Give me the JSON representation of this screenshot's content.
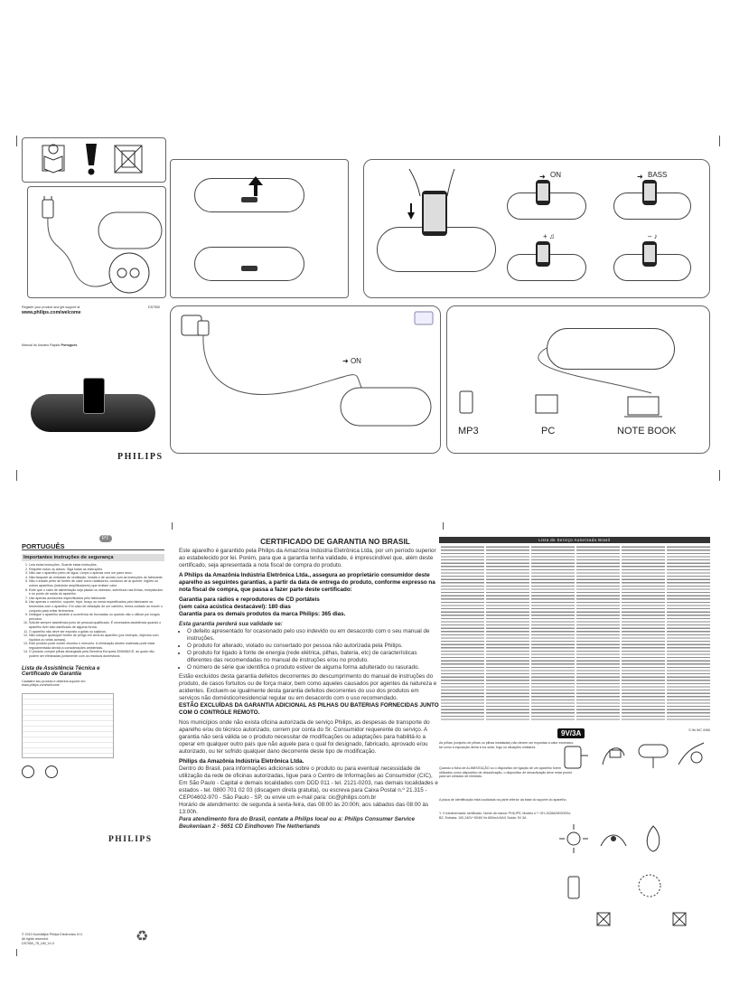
{
  "top": {
    "register_line": "Register your product and get support at",
    "url": "www.philips.com/welcome",
    "model": "DS7550",
    "manual_label": "Manual do Usuário Rápido",
    "language_bold": "Português",
    "brand": "PHILIPS"
  },
  "step_labels": {
    "on": "ON",
    "bass": "BASS",
    "on2": "ON",
    "mp3": "MP3",
    "pc": "PC",
    "notebook": "NOTE BOOK"
  },
  "portuguese": {
    "header": "PORTUGUÊS",
    "badge": "PT",
    "safety_title": "Importantes instruções de segurança",
    "safety_items": [
      "Leia estas instruções. Guarde estas instruções.",
      "Respeite todos os avisos. Siga todas as instruções.",
      "Não use o aparelho perto de água. Limpe-o apenas com um pano seco.",
      "Não bloqueie as entradas de ventilação. Instale-o de acordo com as instruções do fabricante.",
      "Não o instale perto de fontes de calor como radiadores, condutos de ar quente, fogões ou outros aparelhos (incluindo amplificadores) que emitam calor.",
      "Evite que o cabo de alimentação seja pisado ou dobrado, sobretudo nas fichas, receptáculos e no ponto de saída do aparelho.",
      "Use apenas acessórios especificados pelo fabricante.",
      "Use apenas o carrinho, suporte, tripé, braço ou mesa especificados pelo fabricante ou fornecidos com o aparelho. Em caso de utilização de um carrinho, tenha cuidado ao mover o conjunto para evitar ferimentos.",
      "Desligue o aparelho durante a ocorrência de trovoadas ou quando não o utilizar por longos períodos.",
      "Solicite sempre assistência junto de pessoal qualificado. É necessária assistência quando o aparelho tiver sido danificado de alguma forma.",
      "O aparelho não deve ser exposto a gotas ou salpicos.",
      "Não coloque quaisquer fontes de perigo em cima do aparelho (por exemplo, objectos com líquidos ou velas acesas).",
      "Este produto pode conter chumbo e mercúrio. A eliminação destes materiais pode estar regulamentada devido a considerações ambientais.",
      "O produto cumpre pilhas abrangidas pela Directiva Europeia 2006/66/CE, as quais não podem ser eliminadas juntamente com os resíduos domésticos."
    ],
    "list_title": "Lista de Assistência Técnica e Certificado de Garantia",
    "list_sub": "Cadastre seu produto e obtenha suporte em www.philips.com/welcome",
    "copyright": "© 2010 Koninklijke Philips Electronics N.V.",
    "rights": "All rights reserved.",
    "code": "DS7550_78_UM_V1.0",
    "brand": "PHILIPS"
  },
  "certificate": {
    "title": "CERTIFICADO DE GARANTIA NO BRASIL",
    "intro": "Este aparelho é garantido pela Philips da Amazônia Indústria Eletrônica Ltda, por um período superior ao estabelecido por lei. Porém, para que a garantia tenha validade, é imprescindível que, além deste certificado, seja apresentada a nota fiscal de compra do produto.",
    "assure": "A Philips da Amazônia Indústria Eletrônica Ltda., assegura ao proprietário consumidor deste aparelho as seguintes garantias, a partir da data de entrega do produto, conforme expresso na nota fiscal de compra, que passa a fazer parte deste certificado:",
    "warranty_1": "Garantia para rádios e reprodutores de CD portáteis",
    "warranty_2": "(sem caixa acústica destacável): 180 dias",
    "warranty_3": "Garantia para os demais produtos da marca Philips: 365 dias.",
    "lost_title": "Esta garantia perderá sua validade se:",
    "bullets": [
      "O defeito apresentado for ocasionado pelo uso indevido ou em desacordo com o seu manual de instruções.",
      "O produto for alterado, violado ou consertado por pessoa não autorizada pela Philips.",
      "O produto for ligado à fonte de energia (rede elétrica, pilhas, bateria, etc) de características diferentes das recomendadas no manual de instruções e/ou no produto.",
      "O número de série que identifica o produto estiver de alguma forma adulterado ou rasurado."
    ],
    "excluded": "Estão excluídos desta garantia defeitos decorrentes do descumprimento do manual de instruções do produto, de casos fortuitos ou de força maior, bem como aqueles causados por agentes da natureza e acidentes. Excluem-se igualmente desta garantia defeitos decorrentes do uso dos produtos em serviços não doméstico/residencial regular ou em desacordo com o uso recomendado.",
    "excluded_bold": "ESTÃO EXCLUÍDAS DA GARANTIA ADICIONAL AS PILHAS OU BATERIAS FORNECIDAS JUNTO COM O CONTROLE REMOTO.",
    "municipios": "Nos municípios onde não exista oficina autorizada de serviço Philips, as despesas de transporte do aparelho e/ou do técnico autorizado, correm por conta do Sr. Consumidor requerente do serviço. A garantia não será válida se o produto necessitar de modificações ou adaptações para habilitá-lo a operar em qualquer outro país que não aquele para o qual foi designado, fabricado, aprovado e/ou autorizado, ou ter sofrido qualquer dano decorrente deste tipo de modificação.",
    "company": "Philips da Amazônia Indústria Eletrônica Ltda.",
    "contact": "Dentro do Brasil, para informações adicionais sobre o produto ou para eventual necessidade de utilização da rede de oficinas autorizadas, ligue para o Centro de Informações ao Consumidor (CIC), Em São Paulo - Capital e demais localidades com DDD 011 - tel. 2121-0203, nas demais localidades e estados - tel. 0800 701 02 03 (discagem direta gratuita), ou escreva para Caixa Postal n.º 21.315 - CEP04602-970 - São Paulo - SP, ou envie um e-mail para: cic@philips.com.br",
    "hours": "Horário de atendimento: de segunda à sexta-feira, das 08:00 às 20:00h; aos sábados das 08:00 às 13:00h.",
    "abroad": "Para atendimento fora do Brasil, contate a Philips local ou a: Philips Consumer Service Beukenlaan 2 - 5651 CD Eindhoven The Netherlands"
  },
  "service_list": {
    "header": "Lista de Serviço Autorizado Brasil",
    "footnote": "S Hk WC 0065"
  },
  "battery_notes": {
    "badge": "9V/3A",
    "note_1": "As pilhas (conjunto de pilhas ou pilhas instaladas) não devem ser expostas a calor excessivo, tal como a exposição direta à luz solar, fogo ou situações similares.",
    "note_2": "Quando a ficha de ALIMENTAÇÃO ou o dispositivo de ligação de um aparelho forem utilizados como dispositivo de desactivação, o dispositivo de desactivação deve estar pronto para ser utilizado de imediato.",
    "note_3": "A placa de identificação está localizada na parte inferior da base do suporte do aparelho.",
    "note_4": "Y. X transformador certificado: Nome da marca: PHILIPS, Modelo n.º: OH-1028A0902000U-BZ, Entrada: 100-240V~50/60 Hz 800mA MAX Saída: 9V 3A"
  }
}
